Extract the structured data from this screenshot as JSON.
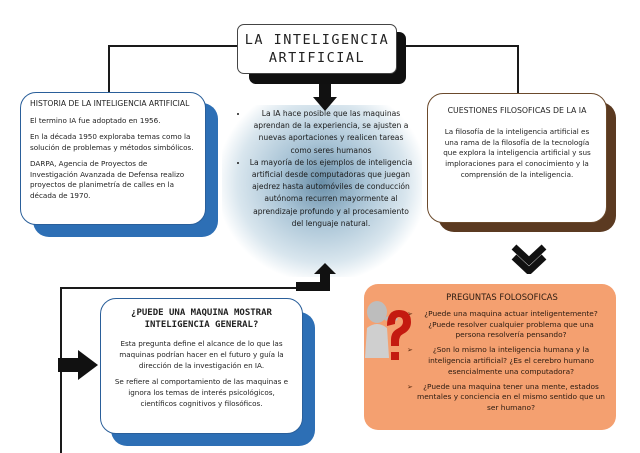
{
  "title": "LA INTELIGENCIA ARTIFICIAL",
  "historia": {
    "title": "HISTORIA DE LA INTELIGENCIA ARTIFICIAL",
    "p1": "El termino IA fue adoptado en 1956.",
    "p2": "En la década 1950 exploraba temas como la solución de problemas y métodos simbólicos.",
    "p3": "DARPA, Agencia de Proyectos de Investigación Avanzada de Defensa realizo proyectos de planimetría de calles en la década de 1970."
  },
  "center": {
    "b1": "La IA hace posible que las maquinas aprendan de la experiencia, se ajusten a nuevas aportaciones y realicen tareas como seres humanos",
    "b2": "La mayoría de los ejemplos de inteligencia artificial desde computadoras que juegan ajedrez hasta automóviles de conducción autónoma recurren mayormente al aprendizaje profundo y al procesamiento del lenguaje natural."
  },
  "cuestiones": {
    "title": "CUESTIONES FILOSOFICAS DE LA IA",
    "text": "La filosofía de la inteligencia artificial es una rama de la filosofía de la tecnología que explora la inteligencia artificial y sus imploraciones para el conocimiento y la comprensión de la inteligencia."
  },
  "preguntas": {
    "title": "PREGUNTAS FOLOSOFICAS",
    "items": [
      "¿Puede una maquina actuar inteligentemente? ¿Puede resolver cualquier problema que una persona resolvería pensando?",
      "¿Son lo mismo la inteligencia humana y la inteligencia artificial? ¿Es el cerebro humano esencialmente una computadora?",
      "¿Puede una maquina tener una mente, estados mentales y conciencia en el mismo sentido que un ser humano?"
    ]
  },
  "general": {
    "title": "¿PUEDE UNA MAQUINA MOSTRAR INTELIGENCIA GENERAL?",
    "p1": "Esta pregunta define el alcance de lo que las maquinas podrían hacer en el futuro y guía la dirección de la investigación en IA.",
    "p2": "Se refiere al comportamiento de las maquinas e ignora los temas de interés psicológicos, científicos cognitivos y filosóficos."
  },
  "colors": {
    "blue_shadow": "#2d6fb5",
    "brown_shadow": "#5b3a21",
    "orange_box": "#f4a070"
  }
}
